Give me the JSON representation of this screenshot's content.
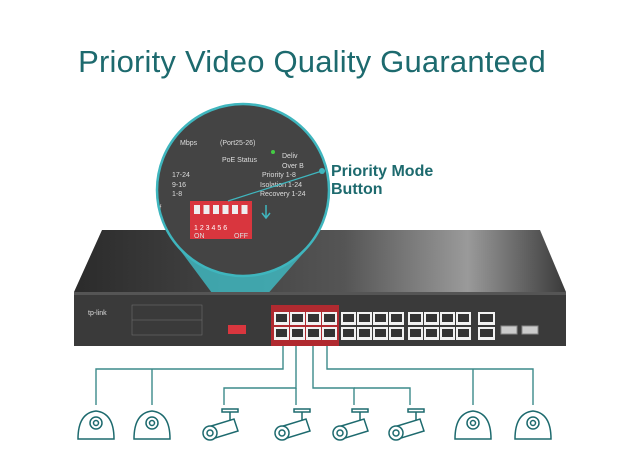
{
  "title": "Priority Video Quality Guaranteed",
  "callout": {
    "line1": "Priority Mode",
    "line2": "Button"
  },
  "magnifier": {
    "speed": "Mbps",
    "ports": "(Port25-26)",
    "poe_status": "PoE Status",
    "deliv": "Deliv",
    "over": "Over B",
    "g1": "17-24",
    "g2": "9-16",
    "g3": "1-8",
    "priority": "Priority 1-8",
    "isolation": "Isolation 1-24",
    "recovery": "Recovery 1-24",
    "off": "Off",
    "on": "On",
    "numbers": "1 2 3 4 5 6",
    "on_label": "ON",
    "off_label": "OFF"
  },
  "switch": {
    "brand": "tp-link"
  },
  "devices": [
    "dome-camera",
    "dome-camera",
    "bullet-camera",
    "bullet-camera",
    "bullet-camera",
    "bullet-camera",
    "dome-camera",
    "dome-camera"
  ],
  "colors": {
    "accent": "#1d6a6e",
    "line": "#3c8a8a",
    "beam": "#3fb6be",
    "dip": "#d9363e"
  }
}
